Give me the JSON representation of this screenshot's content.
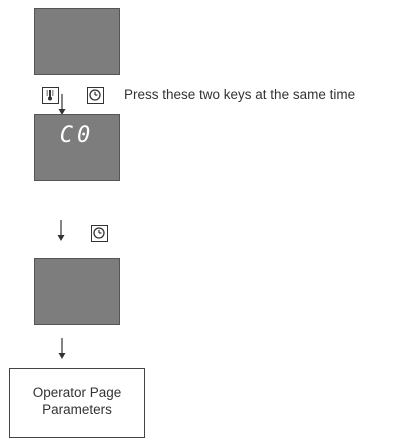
{
  "instruction": "Press these two keys at the same time",
  "display_2_text": "C0",
  "param_box": {
    "line1": "Operator Page",
    "line2": "Parameters"
  },
  "icons": {
    "key_1": "thermometer-key-icon",
    "key_2": "clock-key-icon",
    "key_3": "clock-key-icon"
  },
  "colors": {
    "display_bg": "#7d7d7d",
    "display_text": "#ffffff",
    "line": "#333333"
  }
}
